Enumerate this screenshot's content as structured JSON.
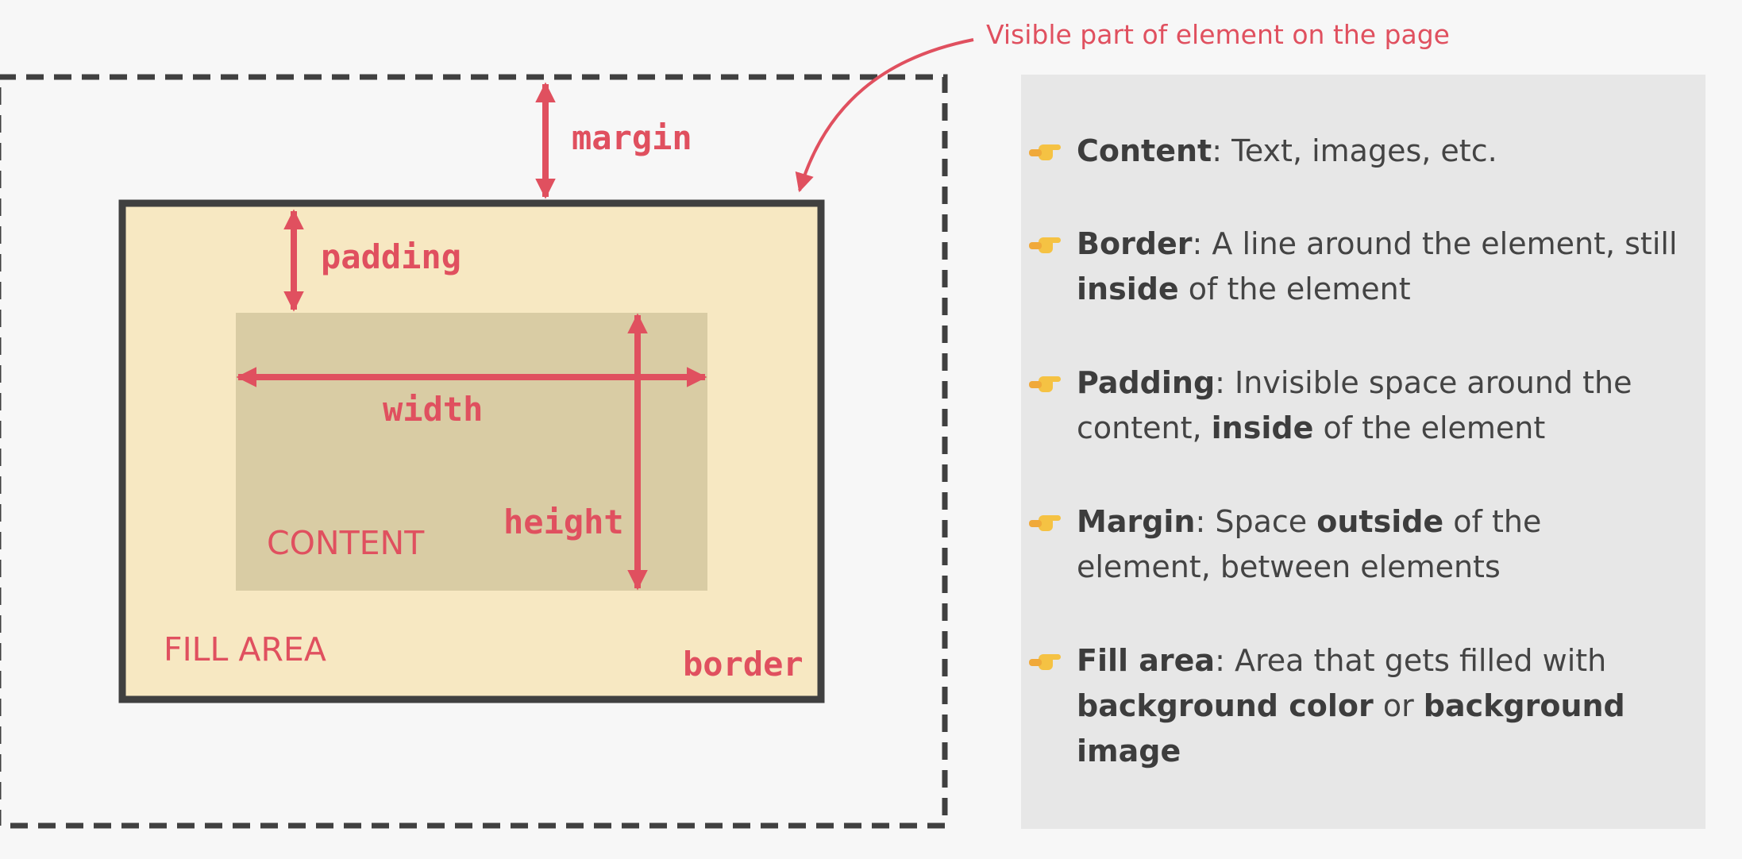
{
  "callout": "Visible part of element on the page",
  "labels": {
    "margin": "margin",
    "padding": "padding",
    "width": "width",
    "height": "height",
    "content": "CONTENT",
    "fill_area": "FILL AREA",
    "border": "border"
  },
  "colors": {
    "accent": "#e0505f",
    "dark": "#404040",
    "fill": "#f7e8c2",
    "content": "#d9cca4",
    "panel": "#e7e7e7",
    "background": "#f7f7f7"
  },
  "items": [
    {
      "icon": "pointing-hand-icon",
      "term": "Content",
      "text1": ": Text, images, etc."
    },
    {
      "icon": "pointing-hand-icon",
      "term": "Border",
      "text1": ": A line around the element, still ",
      "bold2": "inside",
      "text2": " of the element"
    },
    {
      "icon": "pointing-hand-icon",
      "term": "Padding",
      "text1": ": Invisible space around the content, ",
      "bold2": "inside",
      "text2": " of the element"
    },
    {
      "icon": "pointing-hand-icon",
      "term": "Margin",
      "text1": ": Space ",
      "bold2": "outside",
      "text2": " of the element, between elements"
    },
    {
      "icon": "pointing-hand-icon",
      "term": "Fill area",
      "text1": ": Area that gets filled with ",
      "bold2": "background color",
      "text2": " or ",
      "bold3": "background image"
    }
  ]
}
